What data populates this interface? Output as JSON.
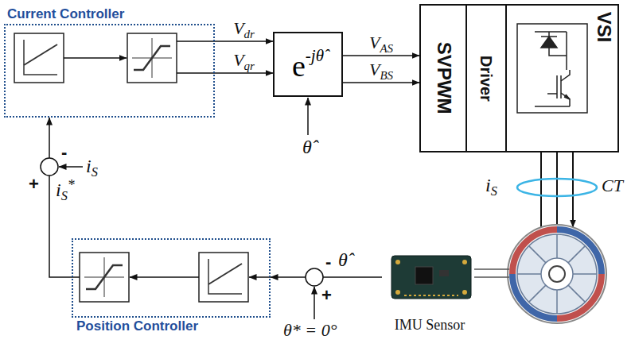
{
  "diagram": {
    "nodes": [
      {
        "text": [
          "Current Controller"
        ]
      },
      {
        "text": [
          "e",
          "-jθ̂"
        ]
      },
      {
        "text": [
          "SVPWM"
        ]
      },
      {
        "text": [
          "Driver"
        ]
      },
      {
        "text": [
          "VSI"
        ]
      },
      {
        "text": [
          "IMU Sensor"
        ]
      },
      {
        "text": [
          "Position Controller"
        ]
      }
    ],
    "edges": [
      {
        "from": 0,
        "to": 1,
        "arrow": "to",
        "label": "Vdr"
      },
      {
        "from": 0,
        "to": 1,
        "arrow": "to",
        "label": "Vqr"
      },
      {
        "from": 1,
        "to": 2,
        "arrow": "to",
        "label": "VAS"
      },
      {
        "from": 1,
        "to": 2,
        "arrow": "to",
        "label": "VBS"
      },
      {
        "from": 6,
        "to": 0,
        "arrow": "to"
      },
      {
        "from": 5,
        "to": 6,
        "arrow": "to"
      }
    ],
    "labels": [
      "+",
      "-",
      "iS",
      "iS*",
      "θ̂",
      "iS",
      "CT",
      "θ̂",
      "-",
      "+",
      "θ* = 0°"
    ]
  }
}
